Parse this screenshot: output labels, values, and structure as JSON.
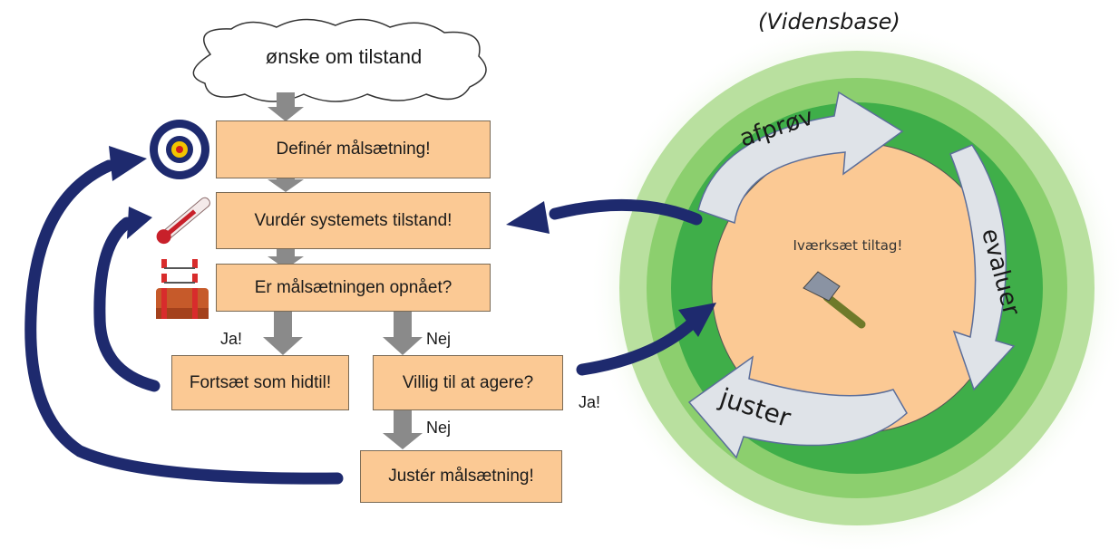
{
  "diagram": {
    "title": "(Vidensbase)",
    "cloud": "ønske om tilstand",
    "boxes": {
      "define": "Definér målsætning!",
      "assess": "Vurdér systemets tilstand!",
      "achieved": "Er målsætningen  opnået?",
      "continue": "Fortsæt som hidtil!",
      "willing": "Villig til at agere?",
      "adjust_goal": "Justér målsætning!"
    },
    "labels": {
      "yes_left": "Ja!",
      "no_mid": "Nej",
      "no_low": "Nej",
      "yes_right": "Ja!"
    },
    "cycle": {
      "center": "Iværksæt tiltag!",
      "steps": [
        "afprøv",
        "evaluer",
        "juster"
      ]
    },
    "icons": [
      "target-icon",
      "thermometer-icon",
      "measuring-stake-icon",
      "hammer-icon"
    ],
    "colors": {
      "box_fill": "#fbc994",
      "arrow_navy": "#1e2a6e",
      "arrow_gray": "#8a8a8a",
      "ring_green": "#3fae49",
      "ring_light": "#c9e6b5",
      "center_fill": "#fbc994"
    }
  }
}
